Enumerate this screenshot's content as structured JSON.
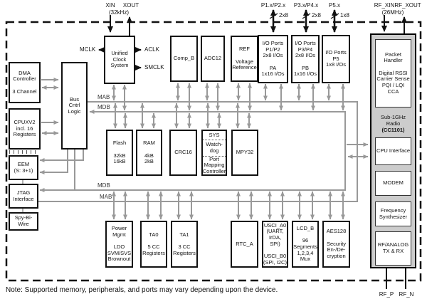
{
  "note": "Note: Supported memory, peripherals, and ports may vary depending upon the device.",
  "colors": {
    "line_gray": "#999999",
    "border_black": "#111111",
    "radio_bg": "#cccccc",
    "background": "#ffffff"
  },
  "pins": {
    "xin": "XIN",
    "xout": "XOUT",
    "xtal_freq": "(32kHz)",
    "p12": "P1.x/P2.x",
    "p12_width": "2x8",
    "p34": "P3.x/P4.x",
    "p34_width": "2x8",
    "p5": "P5.x",
    "p5_width": "1x8",
    "rf_xin": "RF_XIN",
    "rf_xout": "RF_XOUT",
    "rf_freq": "(26MHz)",
    "rf_p": "RF_P",
    "rf_n": "RF_N"
  },
  "clocks": {
    "mclk": "MCLK",
    "aclk": "ACLK",
    "smclk": "SMCLK"
  },
  "buses": {
    "mab": "MAB",
    "mdb": "MDB"
  },
  "blocks": {
    "dma": "DMA\nController\n\n3 Channel",
    "cpu": "CPUXV2\nincl. 16\nRegisters",
    "eem": "EEM\n(S: 3+1)",
    "jtag": "JTAG\nInterface",
    "sbw": "Spy-Bi-\nWire",
    "bus_ctrl": "Bus\nCntrl\nLogic",
    "ucs": "Unified\nClock\nSystem",
    "comp_b": "Comp_B",
    "adc12": "ADC12",
    "ref": "REF\n\nVoltage\nReference",
    "io12": "I/O Ports\nP1/P2\n2x8 I/Os\n\nPA\n1x16 I/Os",
    "io34": "I/O Ports\nP3/P4\n2x8 I/Os\n\nPB\n1x16 I/Os",
    "io5": "I/O Ports\nP5\n1x8 I/Os",
    "flash": "Flash\n\n32kB\n16kB",
    "ram": "RAM\n\n4kB\n2kB",
    "crc16": "CRC16",
    "sys": {
      "a": "SYS",
      "b": "Watch-\ndog",
      "c": "Port\nMapping\nController"
    },
    "mpy32": "MPY32",
    "pmm": "Power\nMgmt\n\nLDO\nSVM/SVS\nBrownout",
    "ta0": "TA0\n\n5 CC\nRegisters",
    "ta1": "TA1\n\n3 CC\nRegisters",
    "rtc": "RTC_A",
    "usci": "USCI_A0\n(UART,\nIrDA, SPI)\n\nUSCI_B0\n(SPI, I2C)",
    "lcd": "LCD_B\n\n96\nSegments\n1,2,3,4\nMux",
    "aes": "AES128\n\nSecurity\nEn-/De-\ncryption"
  },
  "radio": {
    "packet": "Packet\nHandler\n\nDigital RSSI\nCarrier Sense\nPQI / LQI\nCCA",
    "title": "Sub-1GHz\nRadio",
    "chip": "(CC1101)",
    "cpu_if": "CPU Interface",
    "modem": "MODEM",
    "synth": "Frequency\nSynthesizer",
    "rf_analog": "RF/ANALOG\nTX & RX"
  }
}
